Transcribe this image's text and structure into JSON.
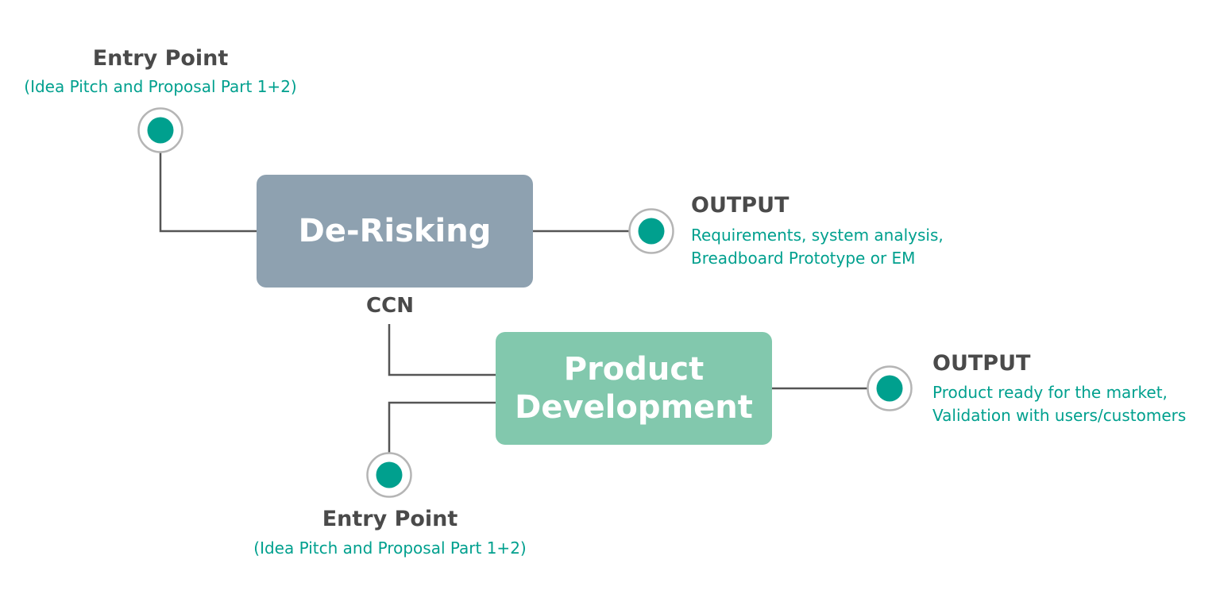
{
  "entry_top": {
    "title": "Entry Point",
    "subtitle": "(Idea Pitch and Proposal Part 1+2)"
  },
  "entry_bottom": {
    "title": "Entry Point",
    "subtitle": "(Idea Pitch and Proposal Part 1+2)"
  },
  "derisking": {
    "label": "De-Risking",
    "color": "#8ea1b0"
  },
  "product_dev": {
    "label_line1": "Product",
    "label_line2": "Development",
    "color": "#82c8ad"
  },
  "ccn_label": "CCN",
  "output_top": {
    "title": "OUTPUT",
    "line1": "Requirements, system analysis,",
    "line2": "Breadboard Prototype or EM"
  },
  "output_bottom": {
    "title": "OUTPUT",
    "line1": "Product ready for the market,",
    "line2": "Validation with users/customers"
  },
  "colors": {
    "accent": "#00a08e",
    "title_text": "#4a4a4a",
    "connector": "#555555",
    "node_ring": "#b5b5b5"
  }
}
